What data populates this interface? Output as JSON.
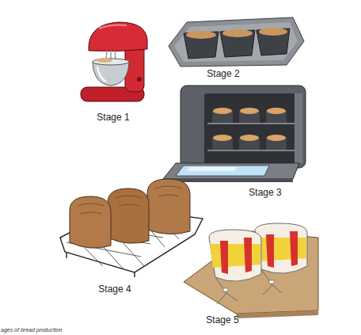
{
  "diagram": {
    "caption": "ages of bread production",
    "labels": [
      "Stage 1",
      "Stage 2",
      "Stage 3",
      "Stage 4",
      "Stage 5"
    ]
  }
}
